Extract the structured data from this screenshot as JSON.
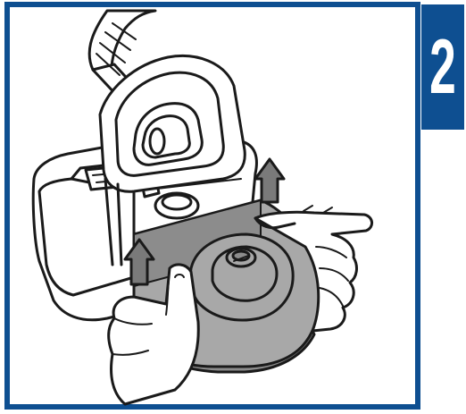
{
  "step": {
    "number": "2"
  },
  "colors": {
    "frame": "#0e4f91",
    "badge": "#0e4f91",
    "line": "#1a1a1a",
    "device_fill": "#ffffff",
    "tub_fill": "#a8a8a8",
    "tub_shade": "#8c8c8c",
    "arrow_fill": "#7a7a7a"
  },
  "icons": [
    "up-arrow-icon",
    "up-arrow-icon",
    "hand",
    "hand"
  ]
}
